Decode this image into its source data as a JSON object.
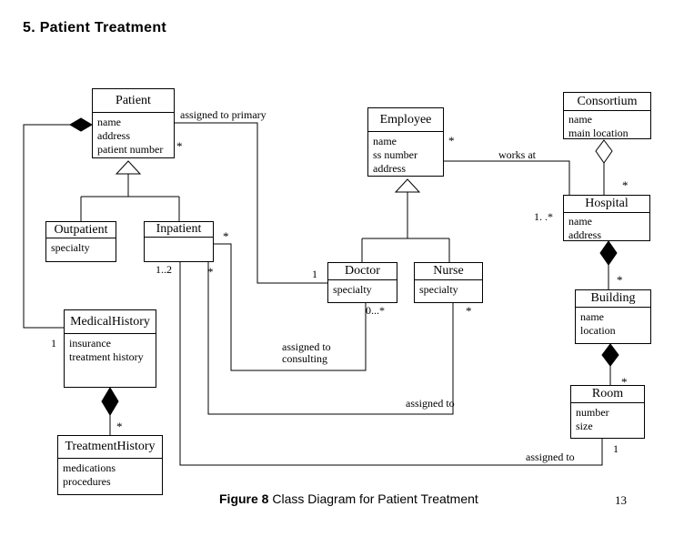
{
  "page": {
    "title": "5. Patient Treatment",
    "caption_label": "Figure 8",
    "caption_text": " Class Diagram for Patient Treatment",
    "page_number": "13"
  },
  "colors": {
    "line": "#000000",
    "background": "#ffffff",
    "text": "#000000"
  },
  "classes": {
    "patient": {
      "name": "Patient",
      "attrs": [
        "name",
        "address",
        "patient number"
      ]
    },
    "outpatient": {
      "name": "Outpatient",
      "attrs": [
        "specialty"
      ]
    },
    "inpatient": {
      "name": "Inpatient",
      "attrs": []
    },
    "medical_history": {
      "name": "MedicalHistory",
      "attrs": [
        "insurance",
        "treatment history"
      ]
    },
    "treatment_history": {
      "name": "TreatmentHistory",
      "attrs": [
        "medications",
        "procedures"
      ]
    },
    "employee": {
      "name": "Employee",
      "attrs": [
        "name",
        "ss number",
        "address"
      ]
    },
    "doctor": {
      "name": "Doctor",
      "attrs": [
        "specialty"
      ]
    },
    "nurse": {
      "name": "Nurse",
      "attrs": [
        "specialty"
      ]
    },
    "consortium": {
      "name": "Consortium",
      "attrs": [
        "name",
        "main location"
      ]
    },
    "hospital": {
      "name": "Hospital",
      "attrs": [
        "name",
        "address"
      ]
    },
    "building": {
      "name": "Building",
      "attrs": [
        "name",
        "location"
      ]
    },
    "room": {
      "name": "Room",
      "attrs": [
        "number",
        "size"
      ]
    }
  },
  "edge_labels": {
    "assigned_to_primary": "assigned to primary",
    "works_at": "works at",
    "assigned_to_consulting_1": "assigned to",
    "assigned_to_consulting_2": "consulting",
    "assigned_to_nurse": "assigned to",
    "assigned_to_room": "assigned to"
  },
  "multiplicities": {
    "patient_primary": "*",
    "doctor_primary": "1",
    "employee_works": "*",
    "hospital_works": "1. .*",
    "hospital_consortium": "*",
    "building_part": "*",
    "room_part": "*",
    "room_assigned": "1",
    "medical_history": "1",
    "treatment_history": "*",
    "inpatient_consulting": "*",
    "doctor_consulting": "0...*",
    "inpatient_nurse": "*",
    "nurse_assigned": "*",
    "inpatient_room": "1..2"
  }
}
